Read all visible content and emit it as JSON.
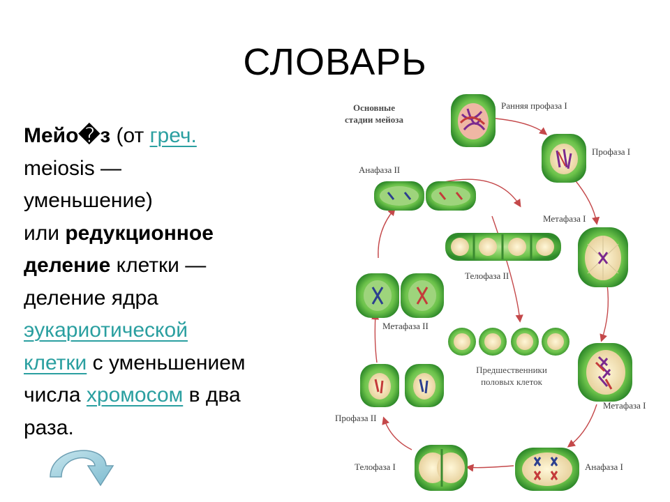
{
  "slide": {
    "title": "СЛОВАРЬ",
    "definition": {
      "term": "Мейо�з",
      "from": " (от ",
      "greek_link": "греч.",
      "meiosis": " meiosis —",
      "reduction": "уменьшение)",
      "or": "или ",
      "reductional": "редукционное",
      "division": "деление",
      "cell": " клетки —",
      "nucleus": "деление ядра",
      "eukaryotic_link": "эукариотической",
      "cell_link": "клетки",
      "with_reduction": " с уменьшением",
      "number": "числа ",
      "chromosomes_link": "хромосом",
      "twice": " в два",
      "times": "раза."
    },
    "diagram": {
      "heading_line1": "Основные",
      "heading_line2": "стадии мейоза",
      "stages": {
        "early_prophase1": "Ранняя профаза I",
        "prophase1": "Профаза I",
        "metaphase1_a": "Метафаза I",
        "metaphase1_b": "Метафаза I",
        "anaphase1": "Анафаза I",
        "telophase1": "Телофаза I",
        "prophase2": "Профаза II",
        "metaphase2": "Метафаза II",
        "anaphase2": "Анафаза II",
        "telophase2": "Телофаза II",
        "precursors_line1": "Предшественники",
        "precursors_line2": "половых клеток"
      }
    }
  }
}
